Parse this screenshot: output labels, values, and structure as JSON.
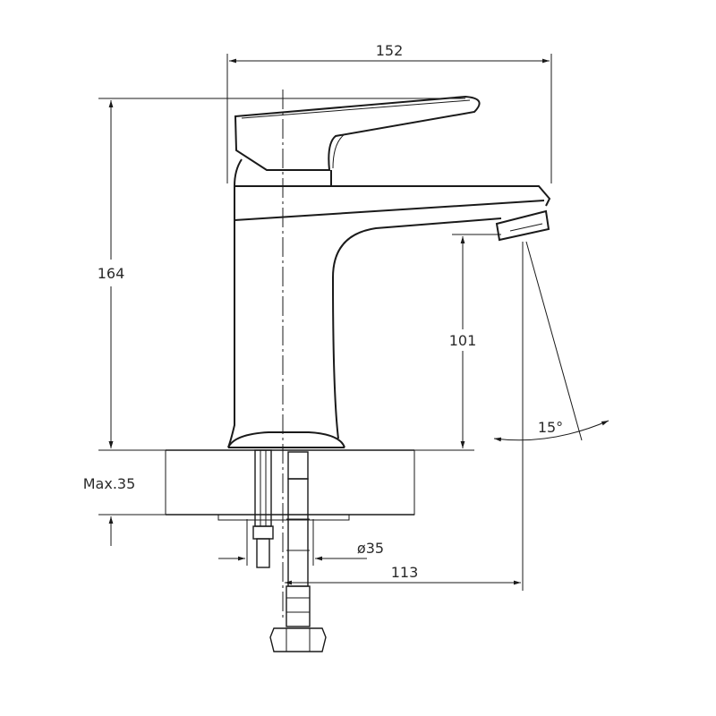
{
  "dimensions": {
    "width": "152",
    "height": "164",
    "spout_height": "101",
    "max_thickness": "Max.35",
    "hole_diameter": "ø35",
    "reach": "113",
    "angle": "15°"
  },
  "colors": {
    "line": "#1a1a1a",
    "text": "#2a2a2a",
    "background": "#ffffff"
  }
}
